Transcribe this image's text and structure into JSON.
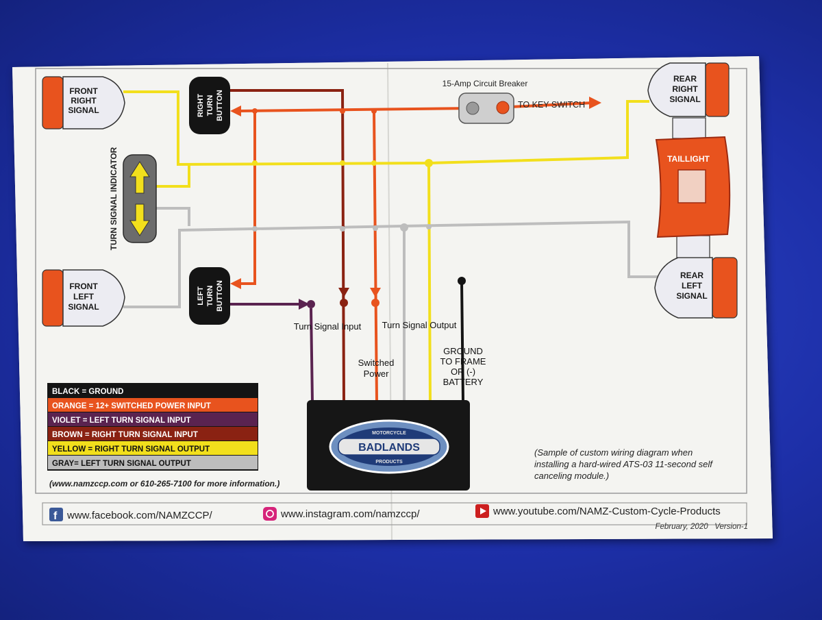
{
  "signals": {
    "front_right": [
      "FRONT",
      "RIGHT",
      "SIGNAL"
    ],
    "front_left": [
      "FRONT",
      "LEFT",
      "SIGNAL"
    ],
    "rear_right": [
      "REAR",
      "RIGHT",
      "SIGNAL"
    ],
    "rear_left": [
      "REAR",
      "LEFT",
      "SIGNAL"
    ]
  },
  "buttons": {
    "right": [
      "RIGHT",
      "TURN",
      "BUTTON"
    ],
    "left": [
      "LEFT",
      "TURN",
      "BUTTON"
    ]
  },
  "indicator_label": "TURN SIGNAL INDICATOR",
  "taillight_label": "TAILLIGHT",
  "breaker_label": "15-Amp Circuit Breaker",
  "key_switch_label": "TO KEY SWITCH",
  "labels": {
    "turn_signal_input": "Turn Signal Input",
    "turn_signal_output": "Turn Signal Output",
    "switched_power": [
      "Switched",
      "Power"
    ],
    "ground": [
      "GROUND",
      "TO FRAME",
      "OR (-)",
      "BATTERY"
    ]
  },
  "module": {
    "brand": "BADLANDS",
    "arc_top": "MOTORCYCLE",
    "arc_bottom": "PRODUCTS"
  },
  "legend": [
    {
      "text": "BLACK = GROUND",
      "bg": "#141414",
      "fg": "#ffffff"
    },
    {
      "text": "ORANGE = 12+ SWITCHED POWER INPUT",
      "bg": "#e8531e",
      "fg": "#ffffff"
    },
    {
      "text": "VIOLET = LEFT TURN SIGNAL INPUT",
      "bg": "#5a2350",
      "fg": "#ffffff"
    },
    {
      "text": "BROWN = RIGHT TURN SIGNAL INPUT",
      "bg": "#8a2212",
      "fg": "#ffffff"
    },
    {
      "text": "YELLOW = RIGHT TURN SIGNAL OUTPUT",
      "bg": "#f2df1c",
      "fg": "#111111"
    },
    {
      "text": "GRAY= LEFT TURN SIGNAL OUTPUT",
      "bg": "#bdbdbd",
      "fg": "#111111"
    }
  ],
  "contact_info": "(www.namzccp.com or 610-265-7100 for more information.)",
  "sample_note": [
    "(Sample of custom wiring diagram when",
    "installing a hard-wired ATS-03 11-second self",
    "canceling module.)"
  ],
  "footer": {
    "facebook": "www.facebook.com/NAMZCCP/",
    "instagram": "www.instagram.com/namzccp/",
    "youtube": "www.youtube.com/NAMZ-Custom-Cycle-Products"
  },
  "version": "February, 2020   Version-1",
  "colors": {
    "black": "#141414",
    "orange": "#e8531e",
    "violet": "#5a2350",
    "brown": "#8a2212",
    "yellow": "#f2df1c",
    "gray": "#bdbdbd"
  }
}
